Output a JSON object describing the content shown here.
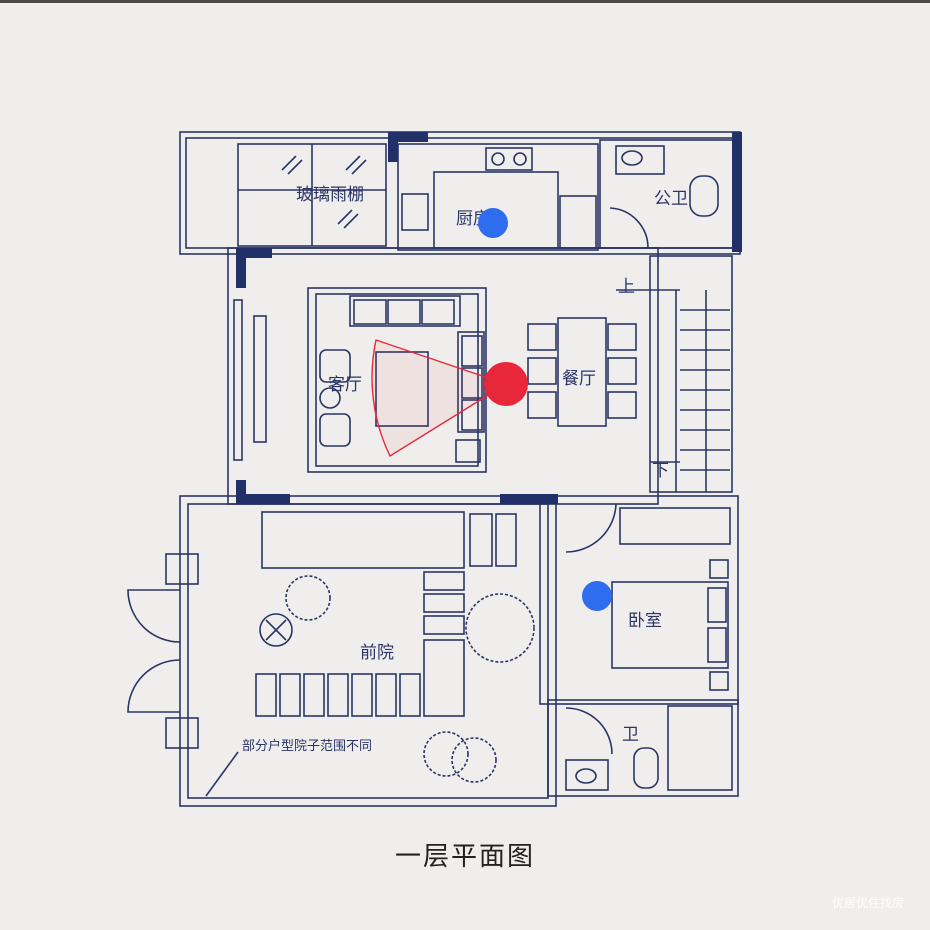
{
  "rooms": {
    "glass_canopy": "玻璃雨棚",
    "kitchen": "厨房",
    "public_bath": "公卫",
    "living": "客厅",
    "dining": "餐厅",
    "up": "上",
    "down": "下",
    "bedroom": "卧室",
    "front_yard": "前院",
    "bath": "卫",
    "note": "部分户型院子范围不同"
  },
  "caption": "一层平面图",
  "watermark": "优居优住找房",
  "colors": {
    "line": "#2a3566",
    "wall": "#22306a",
    "marker_current": "#e8283a",
    "marker_other": "#2e6cf0"
  },
  "markers": {
    "current": "camera-position",
    "others": [
      "kitchen-hotspot",
      "bedroom-hotspot"
    ]
  }
}
